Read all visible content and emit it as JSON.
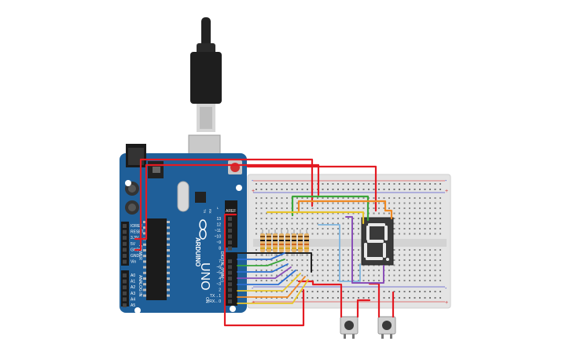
{
  "board": {
    "brand": "ARDUINO",
    "model": "UNO",
    "on_label": "ON",
    "digital_label": "DIGITAL (PWM~)",
    "power_label": "POWER",
    "analog_label": "ANALOG IN",
    "aref_label": "AREF",
    "gnd_label": "GND",
    "tx_label": "TX",
    "rx_label": "RX",
    "l_label": "L",
    "digital_pins": [
      "13",
      "12",
      "~11",
      "~10",
      "~9",
      "8",
      "7",
      "~6",
      "~5",
      "4",
      "~3",
      "2",
      "TX→1",
      "RX←0"
    ],
    "power_pins": [
      "IOREF",
      "RESET",
      "3.3V",
      "5V",
      "GND",
      "GND",
      "Vin"
    ],
    "analog_pins": [
      "A0",
      "A1",
      "A2",
      "A3",
      "A4",
      "A5"
    ]
  },
  "breadboard": {
    "rail_plus": "+",
    "rail_minus": "-"
  },
  "display": {
    "digit": "8",
    "segment_color": "#e8e8e8",
    "body_color": "#3a3a3a"
  },
  "colors": {
    "board": "#1f5f99",
    "board_dark": "#17497a",
    "breadboard": "#e4e4e4",
    "wire_red": "#e31b23",
    "wire_green": "#3aa63a",
    "wire_yellow": "#e9c52a",
    "wire_orange": "#f08a24",
    "wire_blue": "#2d6fd2",
    "wire_purple": "#8a4fb8",
    "wire_black": "#222222",
    "wire_lightblue": "#7fb6e0"
  },
  "icons": [
    "usb-plug-icon",
    "reset-button-icon",
    "pushbutton-icon",
    "arduino-logo-icon"
  ]
}
